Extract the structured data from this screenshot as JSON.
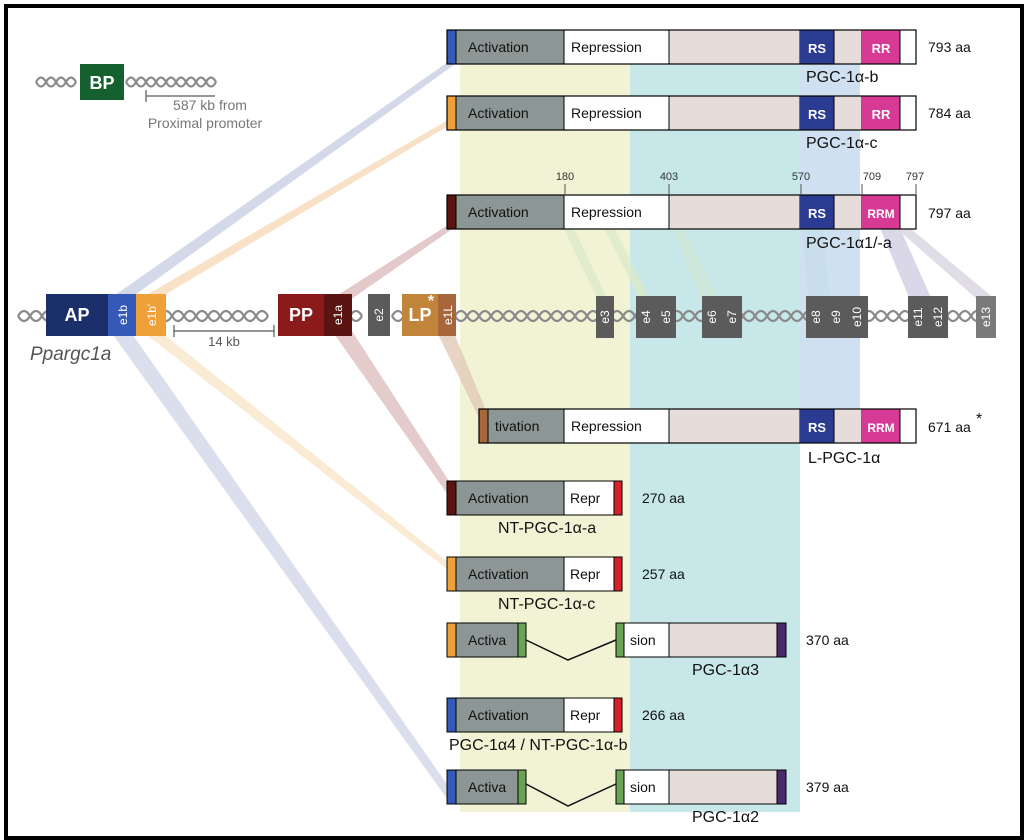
{
  "colors": {
    "frame_border": "#000000",
    "activation_fill": "#8c9795",
    "repression_fill": "#ffffff",
    "rest_fill": "#e6dcda",
    "rs_fill": "#2a3b91",
    "rr_fill": "#d63a95",
    "ap_fill": "#1b2f6b",
    "e1b_fill": "#3559b7",
    "e1b_prime_fill": "#f0a038",
    "pp_fill": "#8b1a1a",
    "e1a_fill": "#5a1512",
    "lp_fill": "#c0843a",
    "exon_fill": "#5b5b5b",
    "bp_fill": "#14602e",
    "dna_color": "#8a8a8a",
    "teal_band": "#bfe3e6",
    "yellow_band": "#eef1c8",
    "stop_red": "#d8202a",
    "end_purple": "#4a2a6e",
    "junction_green": "#6aa354"
  },
  "bp_label": "BP",
  "bp_distance": "587 kb from",
  "bp_distance_2": "Proximal promoter",
  "gene_name": "Ppargc1a",
  "promoters": {
    "ap": "AP",
    "pp": "PP",
    "lp": "LP",
    "lp_star": "*",
    "spacing": "14 kb"
  },
  "exons": [
    "e1b",
    "e1b'",
    "e1a",
    "e2",
    "e1L",
    "e3",
    "e4",
    "e5",
    "e6",
    "e7",
    "e8",
    "e9",
    "e10",
    "e11",
    "e12",
    "e13"
  ],
  "positions": [
    "180",
    "403",
    "570",
    "709",
    "797"
  ],
  "isoforms": [
    {
      "name": "PGC-1α-b",
      "length": "793 aa",
      "activation": "Activation",
      "repression": "Repression",
      "rs": "RS",
      "rr": "RR",
      "cap_color": "#3559b7"
    },
    {
      "name": "PGC-1α-c",
      "length": "784 aa",
      "activation": "Activation",
      "repression": "Repression",
      "rs": "RS",
      "rr": "RR",
      "cap_color": "#f0a038"
    },
    {
      "name": "PGC-1α1/-a",
      "length": "797 aa",
      "activation": "Activation",
      "repression": "Repression",
      "rs": "RS",
      "rr": "RRM",
      "cap_color": "#5a1512"
    },
    {
      "name": "L-PGC-1α",
      "length": "671 aa",
      "length_star": "*",
      "activation": "tivation",
      "repression": "Repression",
      "rs": "RS",
      "rr": "RRM",
      "cap_color": "#a8673a"
    },
    {
      "name": "NT-PGC-1α-a",
      "length": "270 aa",
      "activation": "Activation",
      "repression": "Repr",
      "cap_color": "#5a1512"
    },
    {
      "name": "NT-PGC-1α-c",
      "length": "257 aa",
      "activation": "Activation",
      "repression": "Repr",
      "cap_color": "#f0a038"
    },
    {
      "name": "PGC-1α3",
      "length": "370 aa",
      "activation": "Activa",
      "repression": "sion",
      "cap_color": "#f0a038"
    },
    {
      "name": "PGC-1α4 / NT-PGC-1α-b",
      "length": "266 aa",
      "activation": "Activation",
      "repression": "Repr",
      "cap_color": "#3559b7"
    },
    {
      "name": "PGC-1α2",
      "length": "379 aa",
      "activation": "Activa",
      "repression": "sion",
      "cap_color": "#3559b7"
    }
  ]
}
